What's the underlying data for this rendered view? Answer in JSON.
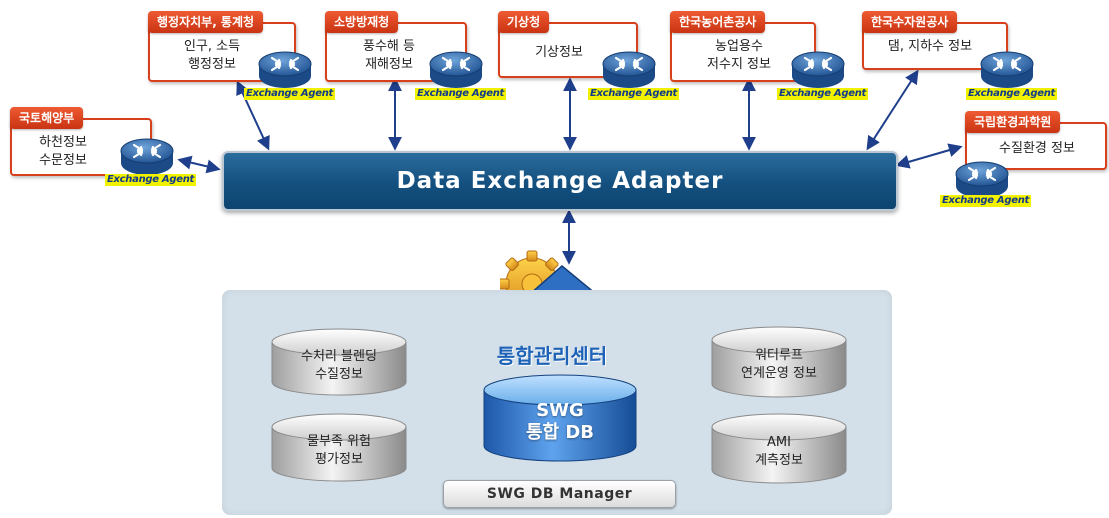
{
  "agencies": [
    {
      "title": "행정자치부, 통계청",
      "lines": [
        "인구, 소득",
        "행정정보"
      ]
    },
    {
      "title": "소방방재청",
      "lines": [
        "풍수해 등",
        "재해정보"
      ]
    },
    {
      "title": "기상청",
      "lines": [
        "기상정보"
      ]
    },
    {
      "title": "한국농어촌공사",
      "lines": [
        "농업용수",
        "저수지 정보"
      ]
    },
    {
      "title": "한국수자원공사",
      "lines": [
        "댐, 지하수 정보"
      ]
    },
    {
      "title": "국토해양부",
      "lines": [
        "하천정보",
        "수문정보"
      ]
    },
    {
      "title": "국립환경과학원",
      "lines": [
        "수질환경 정보"
      ]
    }
  ],
  "agent_label": "Exchange Agent",
  "adapter_label": "Data Exchange Adapter",
  "center_title": "통합관리센터",
  "swg_db": {
    "line1": "SWG",
    "line2": "통합 DB"
  },
  "databases": [
    {
      "lines": [
        "수처리 블렌딩",
        "수질정보"
      ]
    },
    {
      "lines": [
        "물부족 위험",
        "평가정보"
      ]
    },
    {
      "lines": [
        "워터루프",
        "연계운영 정보"
      ]
    },
    {
      "lines": [
        "AMI",
        "계측정보"
      ]
    }
  ],
  "manager_label": "SWG DB Manager",
  "colors": {
    "agency_border": "#d8401c",
    "adapter": "#14507f",
    "panel": "#d3e0ea",
    "arrow": "#1f3f8c",
    "swg_db": "#2f73c9"
  }
}
